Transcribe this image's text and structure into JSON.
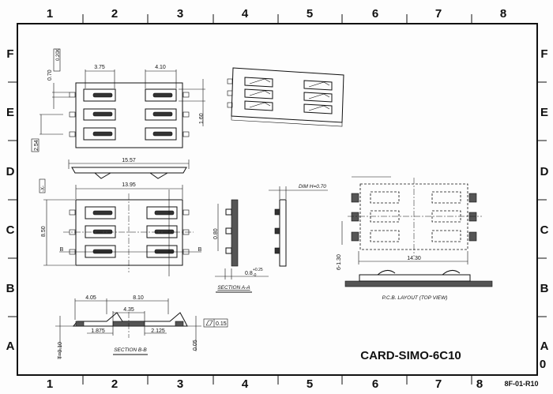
{
  "border": {
    "columns": [
      "1",
      "2",
      "3",
      "4",
      "5",
      "6",
      "7",
      "8"
    ],
    "rows": [
      "F",
      "E",
      "D",
      "C",
      "B",
      "A"
    ],
    "corner_mark": "0",
    "sheet_code": "8F-01-R10"
  },
  "title": "CARD-SIMO-6C10",
  "top_view": {
    "dims": {
      "slot_left": "3.75",
      "slot_right": "4.10",
      "pitch_vertical": "0.70",
      "tolerance": "0.20",
      "datum": "X",
      "row_pitch": "2.54",
      "row_gap": "1.60",
      "length": "15.57"
    }
  },
  "bottom_view": {
    "dims": {
      "width": "13.95",
      "height": "8.50",
      "datum": "-X-",
      "section_mark": "B"
    }
  },
  "section_a": {
    "label": "SECTION A-A",
    "dims": {
      "pitch": "0.80",
      "thickness": "0.8",
      "tol_plus": "+0.25",
      "tol_minus": "-0"
    }
  },
  "side_view": {
    "dim_h": "DIM H=0.70"
  },
  "pcb_layout": {
    "label": "P.C.B. LAYOUT (TOP VIEW)",
    "dims": {
      "width": "14.30",
      "pads": "6-1.30"
    }
  },
  "section_b": {
    "label": "SECTION B-B",
    "dims": {
      "d1": "4.05",
      "d2": "8.10",
      "d3": "4.35",
      "d4": "1.875",
      "d5": "2.125",
      "thickness": "T=0.10",
      "offset": "0.05",
      "flatness": "0.15"
    }
  }
}
